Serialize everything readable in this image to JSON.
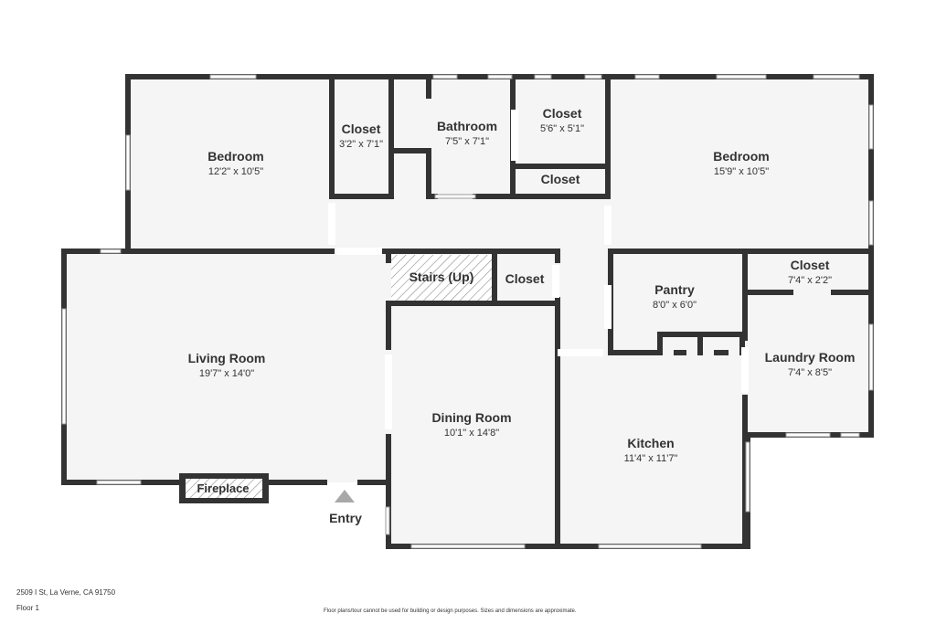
{
  "rooms": {
    "bedroom_left": {
      "name": "Bedroom",
      "dims": "12'2\" x 10'5\""
    },
    "closet_1": {
      "name": "Closet",
      "dims": "3'2\" x 7'1\""
    },
    "bathroom": {
      "name": "Bathroom",
      "dims": "7'5\" x 7'1\""
    },
    "closet_2": {
      "name": "Closet",
      "dims": "5'6\" x 5'1\""
    },
    "closet_3": {
      "name": "Closet"
    },
    "bedroom_right": {
      "name": "Bedroom",
      "dims": "15'9\" x 10'5\""
    },
    "stairs": {
      "name": "Stairs (Up)"
    },
    "closet_4": {
      "name": "Closet"
    },
    "pantry": {
      "name": "Pantry",
      "dims": "8'0\" x 6'0\""
    },
    "closet_5": {
      "name": "Closet",
      "dims": "7'4\" x 2'2\""
    },
    "laundry": {
      "name": "Laundry Room",
      "dims": "7'4\" x 8'5\""
    },
    "living": {
      "name": "Living Room",
      "dims": "19'7\" x 14'0\""
    },
    "dining": {
      "name": "Dining Room",
      "dims": "10'1\" x 14'8\""
    },
    "kitchen": {
      "name": "Kitchen",
      "dims": "11'4\" x 11'7\""
    },
    "fireplace": {
      "name": "Fireplace"
    }
  },
  "entry": {
    "label": "Entry"
  },
  "footer": {
    "address": "2509 I St, La Verne, CA 91750",
    "floor": "Floor 1",
    "disclaimer": "Floor plans/tour cannot be used for building or design purposes. Sizes and dimensions are approximate."
  },
  "colors": {
    "wall": "#333333",
    "floor": "#f5f5f5",
    "text": "#333333",
    "entry_marker": "#a8a8a8"
  }
}
